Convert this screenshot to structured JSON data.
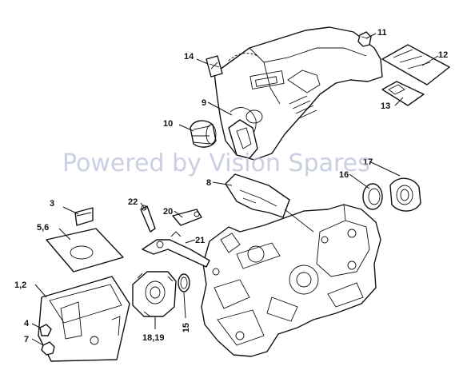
{
  "watermark": "Powered by Vision Spares",
  "callouts": {
    "c1_2": "1,2",
    "c3": "3",
    "c4": "4",
    "c5_6": "5,6",
    "c7": "7",
    "c8": "8",
    "c9": "9",
    "c10": "10",
    "c11": "11",
    "c12": "12",
    "c13": "13",
    "c14": "14",
    "c15": "15",
    "c16": "16",
    "c17": "17",
    "c18_19": "18,19",
    "c20": "20",
    "c21": "21",
    "c22": "22"
  }
}
